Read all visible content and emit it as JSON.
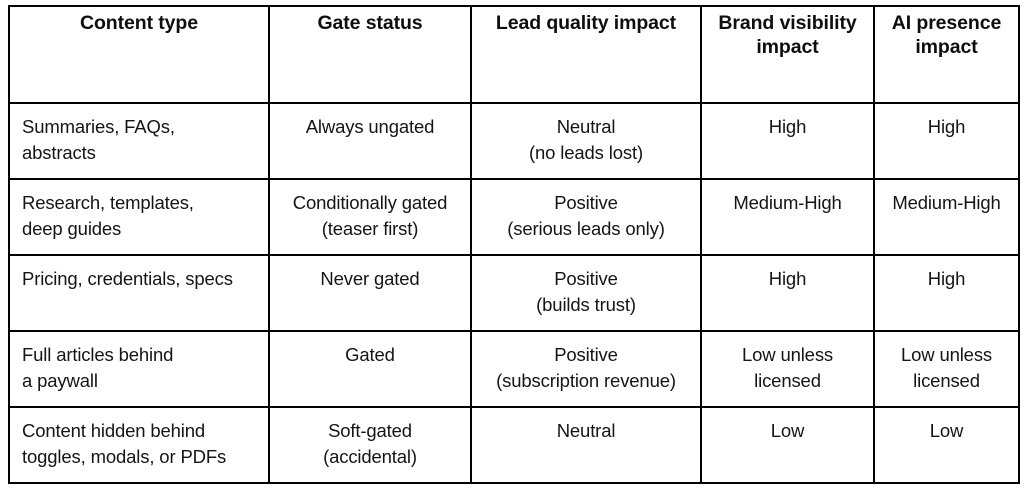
{
  "table": {
    "columns": [
      {
        "key": "content_type",
        "label": "Content type",
        "align": "left"
      },
      {
        "key": "gate_status",
        "label": "Gate status",
        "align": "center"
      },
      {
        "key": "lead_quality",
        "label": "Lead quality impact",
        "align": "center"
      },
      {
        "key": "brand_visibility",
        "label": "Brand visibility impact",
        "align": "center"
      },
      {
        "key": "ai_presence",
        "label": "AI presence impact",
        "align": "center"
      }
    ],
    "header_background": "#e7cdda",
    "border_color": "#000000",
    "rows": [
      {
        "content_type_line1": "Summaries, FAQs,",
        "content_type_line2": "abstracts",
        "gate_status_line1": "Always ungated",
        "gate_status_line2": "",
        "lead_quality_line1": "Neutral",
        "lead_quality_line2": "(no leads lost)",
        "brand_visibility_line1": "High",
        "brand_visibility_line2": "",
        "ai_presence_line1": "High",
        "ai_presence_line2": ""
      },
      {
        "content_type_line1": "Research, templates,",
        "content_type_line2": "deep guides",
        "gate_status_line1": "Conditionally gated",
        "gate_status_line2": "(teaser first)",
        "lead_quality_line1": "Positive",
        "lead_quality_line2": "(serious leads only)",
        "brand_visibility_line1": "Medium-High",
        "brand_visibility_line2": "",
        "ai_presence_line1": "Medium-High",
        "ai_presence_line2": ""
      },
      {
        "content_type_line1": "Pricing, credentials, specs",
        "content_type_line2": "",
        "gate_status_line1": "Never gated",
        "gate_status_line2": "",
        "lead_quality_line1": "Positive",
        "lead_quality_line2": "(builds trust)",
        "brand_visibility_line1": "High",
        "brand_visibility_line2": "",
        "ai_presence_line1": "High",
        "ai_presence_line2": ""
      },
      {
        "content_type_line1": "Full articles behind",
        "content_type_line2": "a paywall",
        "gate_status_line1": "Gated",
        "gate_status_line2": "",
        "lead_quality_line1": "Positive",
        "lead_quality_line2": "(subscription revenue)",
        "brand_visibility_line1": "Low unless",
        "brand_visibility_line2": "licensed",
        "ai_presence_line1": "Low unless",
        "ai_presence_line2": "licensed"
      },
      {
        "content_type_line1": "Content hidden behind",
        "content_type_line2": "toggles, modals, or PDFs",
        "gate_status_line1": "Soft-gated",
        "gate_status_line2": "(accidental)",
        "lead_quality_line1": "Neutral",
        "lead_quality_line2": "",
        "brand_visibility_line1": "Low",
        "brand_visibility_line2": "",
        "ai_presence_line1": "Low",
        "ai_presence_line2": ""
      }
    ]
  }
}
